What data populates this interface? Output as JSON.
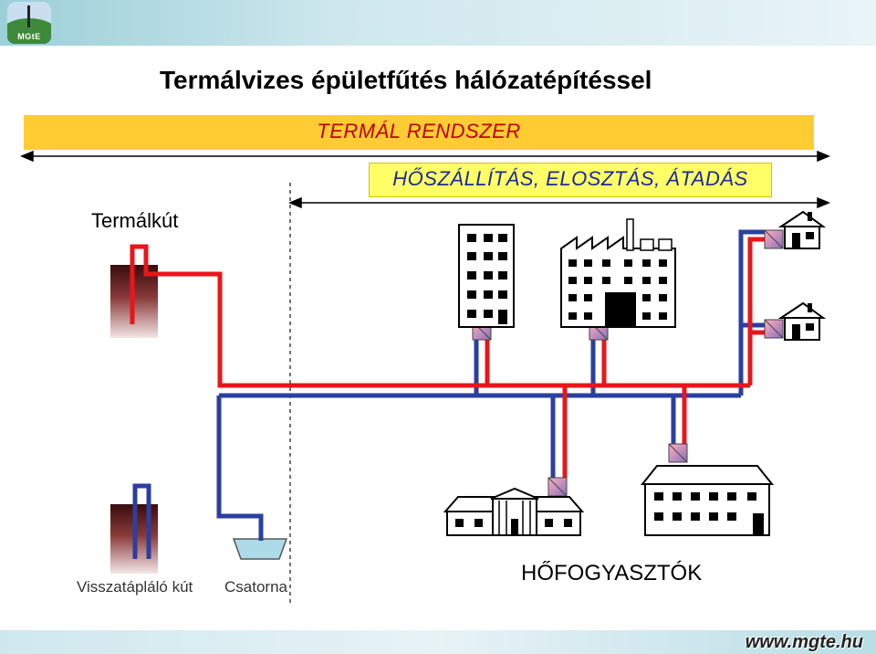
{
  "title": "Termálvizes épületfűtés hálózatépítéssel",
  "system_band": "TERMÁL RENDSZER",
  "distribution_band": "HŐSZÁLLÍTÁS, ELOSZTÁS, ÁTADÁS",
  "labels": {
    "production_well": "Termálkút",
    "reinjection_well": "Visszatápláló kút",
    "sewer": "Csatorna",
    "consumers": "HŐFOGYASZTÓK"
  },
  "logo_text": "MGtE",
  "website": "www.mgte.hu",
  "colors": {
    "hot_pipe": "#e8161b",
    "cold_pipe": "#2b3fa0",
    "band_orange": "#ffcc33",
    "band_yellow": "#ffff66",
    "band_text_red": "#c00000",
    "band_text_blue": "#1a2b9a"
  }
}
